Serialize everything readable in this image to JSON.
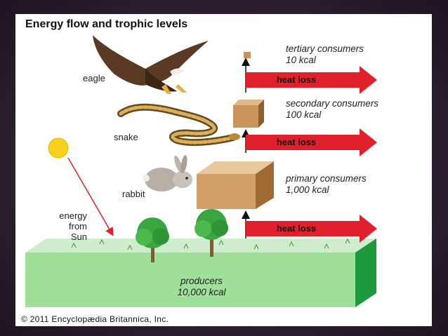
{
  "title": "Energy flow and trophic levels",
  "organisms": {
    "eagle": "eagle",
    "snake": "snake",
    "rabbit": "rabbit"
  },
  "sun_label": [
    "energy",
    "from",
    "Sun"
  ],
  "levels": {
    "tertiary": [
      "tertiary consumers",
      "10 kcal"
    ],
    "secondary": [
      "secondary consumers",
      "100 kcal"
    ],
    "primary": [
      "primary consumers",
      "1,000 kcal"
    ],
    "producers": [
      "producers",
      "10,000 kcal"
    ]
  },
  "heat_loss_label": "heat loss",
  "copyright": "© 2011 Encyclopædia Britannica, Inc.",
  "colors": {
    "arrow_red": "#e0202a",
    "block_brown": "#c9935a",
    "ground_green": "#9fe09a",
    "sun_yellow": "#f7d21c"
  }
}
